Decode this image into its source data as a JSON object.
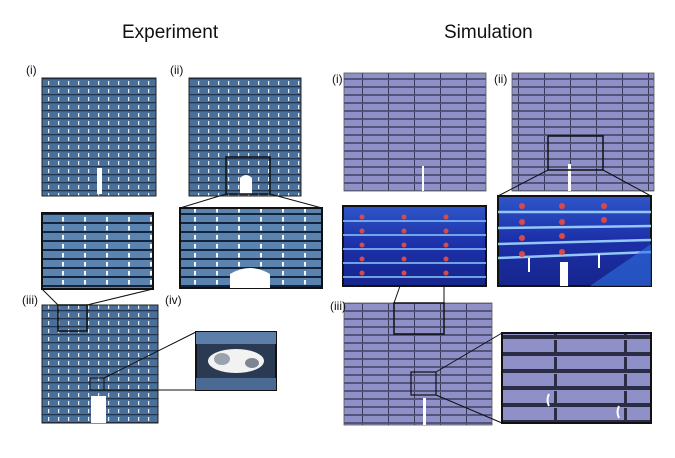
{
  "headings": {
    "experiment": "Experiment",
    "simulation": "Simulation"
  },
  "labels": {
    "exp_i": "(i)",
    "exp_ii": "(ii)",
    "exp_iii": "(iii)",
    "exp_iv": "(iv)",
    "sim_i": "(i)",
    "sim_ii": "(ii)",
    "sim_iii": "(iii)"
  },
  "colors": {
    "exp_blue": "#4a6f98",
    "exp_dark": "#1f3554",
    "sim_purple": "#8f90c8",
    "sim_line": "#3a3a5a",
    "field_blue": "#1c2fa8",
    "field_hot": "#e04040"
  }
}
